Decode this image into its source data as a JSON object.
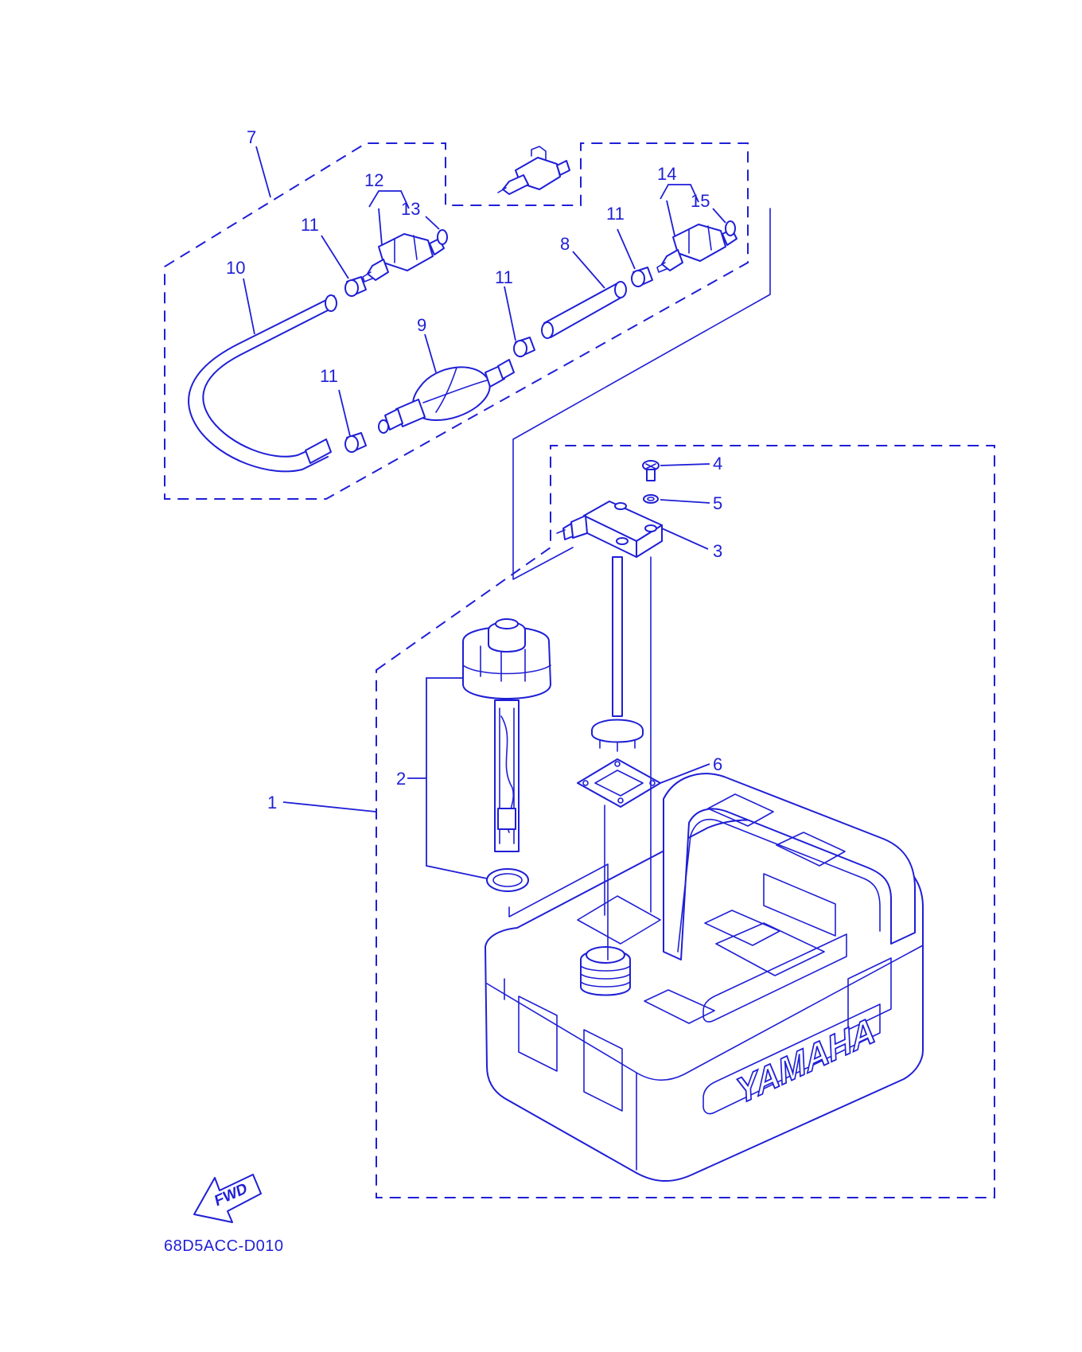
{
  "diagram": {
    "drawing_code": "68D5ACC-D010",
    "ink_color": "#1f1fd6",
    "background_color": "#ffffff",
    "brand_text": "YAMAHA",
    "direction_label": "FWD",
    "callouts": {
      "c1": "1",
      "c2": "2",
      "c3": "3",
      "c4": "4",
      "c5": "5",
      "c6": "6",
      "c7": "7",
      "c8": "8",
      "c9": "9",
      "c10": "10",
      "c11a": "11",
      "c11b": "11",
      "c11c": "11",
      "c11d": "11",
      "c12": "12",
      "c13": "13",
      "c14": "14",
      "c15": "15"
    }
  }
}
